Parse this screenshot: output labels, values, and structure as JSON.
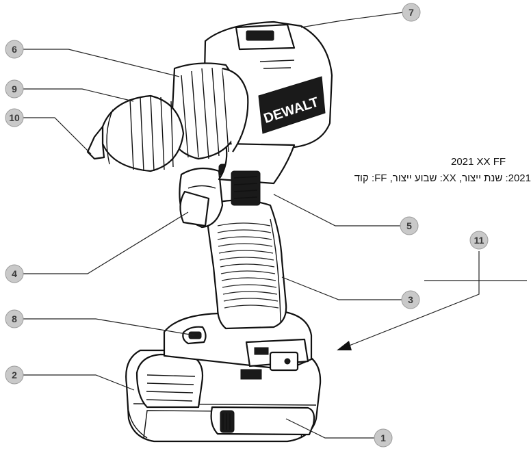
{
  "callouts": [
    {
      "label": "1"
    },
    {
      "label": "2"
    },
    {
      "label": "3"
    },
    {
      "label": "4"
    },
    {
      "label": "5"
    },
    {
      "label": "6"
    },
    {
      "label": "7"
    },
    {
      "label": "8"
    },
    {
      "label": "9"
    },
    {
      "label": "10"
    },
    {
      "label": "11"
    }
  ],
  "brand_text": "DEWALT",
  "date_code": {
    "format": "2021 XX FF",
    "legend": "2021: שנת ייצור, XX: שבוע ייצור, FF: קוד"
  }
}
